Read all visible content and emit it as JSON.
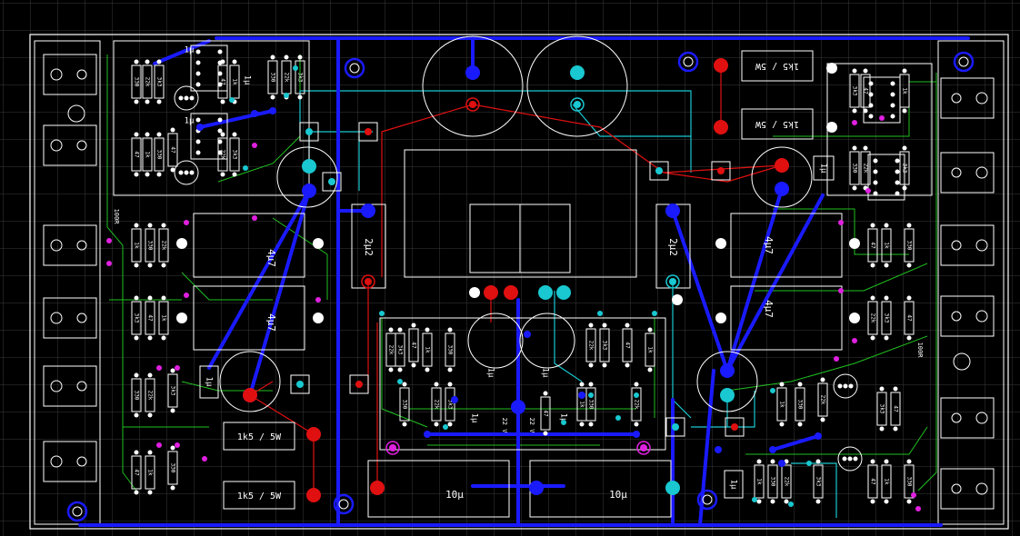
{
  "board": {
    "colors": {
      "background": "#000000",
      "grid": "#3a3a3a",
      "outline": "#ffffff",
      "track_blue": "#1a1aff",
      "track_red": "#e01010",
      "track_cyan": "#19c8d0",
      "track_green": "#20c020",
      "pad_white": "#ffffff",
      "pad_magenta": "#e020e0"
    },
    "labels": {
      "cap_small": "1µ",
      "cap_2u2": "2µ2",
      "cap_4u7": "4µ7",
      "cap_10u": "10µ",
      "resistor_5w": "1k5 / 5W",
      "resistor_5w_mirror": "1k5 / 5W",
      "r_330": "330",
      "r_100r": "100R",
      "r_3k3": "3k3",
      "r_22k": "22k",
      "r_47": "47",
      "r_1k": "1k",
      "zener_22v": "22 V"
    }
  }
}
